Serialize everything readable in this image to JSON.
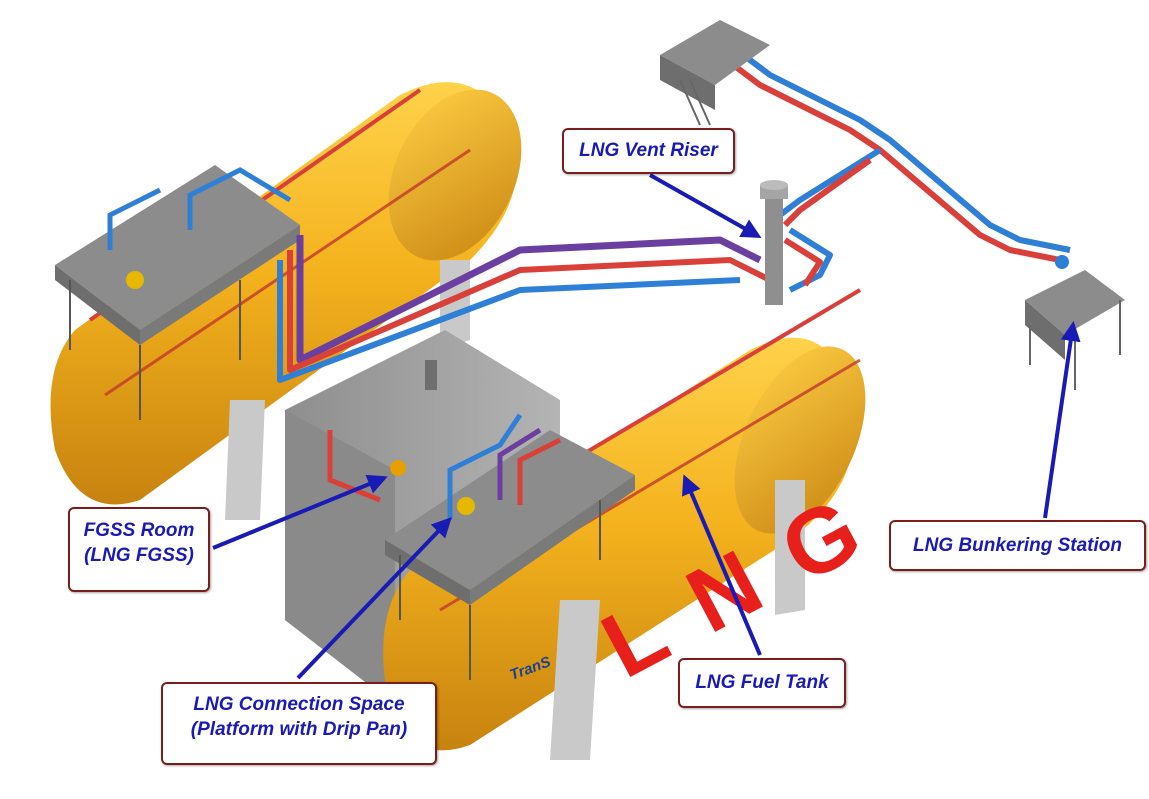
{
  "callouts": {
    "vent_riser": "LNG Vent Riser",
    "bunkering_station": "LNG Bunkering Station",
    "fgss_room_line1": "FGSS Room",
    "fgss_room_line2": "(LNG FGSS)",
    "fuel_tank": "LNG Fuel Tank",
    "connection_space_line1": "LNG Connection Space",
    "connection_space_line2": "(Platform with Drip Pan)"
  },
  "tank_marking": {
    "text": "LNG",
    "logo_text": "TranS"
  },
  "colors": {
    "tank": "#f4b21e",
    "tank_shade": "#d9901a",
    "platform": "#8c8c8c",
    "room": "#9a9a9a",
    "pipe_red": "#d9403a",
    "pipe_blue": "#2f7fd6",
    "pipe_purple": "#6a3fa0",
    "arrow": "#1a1ab5",
    "callout_border": "#7a1d1d",
    "callout_text": "#1a1ab5",
    "lng_letters": "#e8201c"
  }
}
